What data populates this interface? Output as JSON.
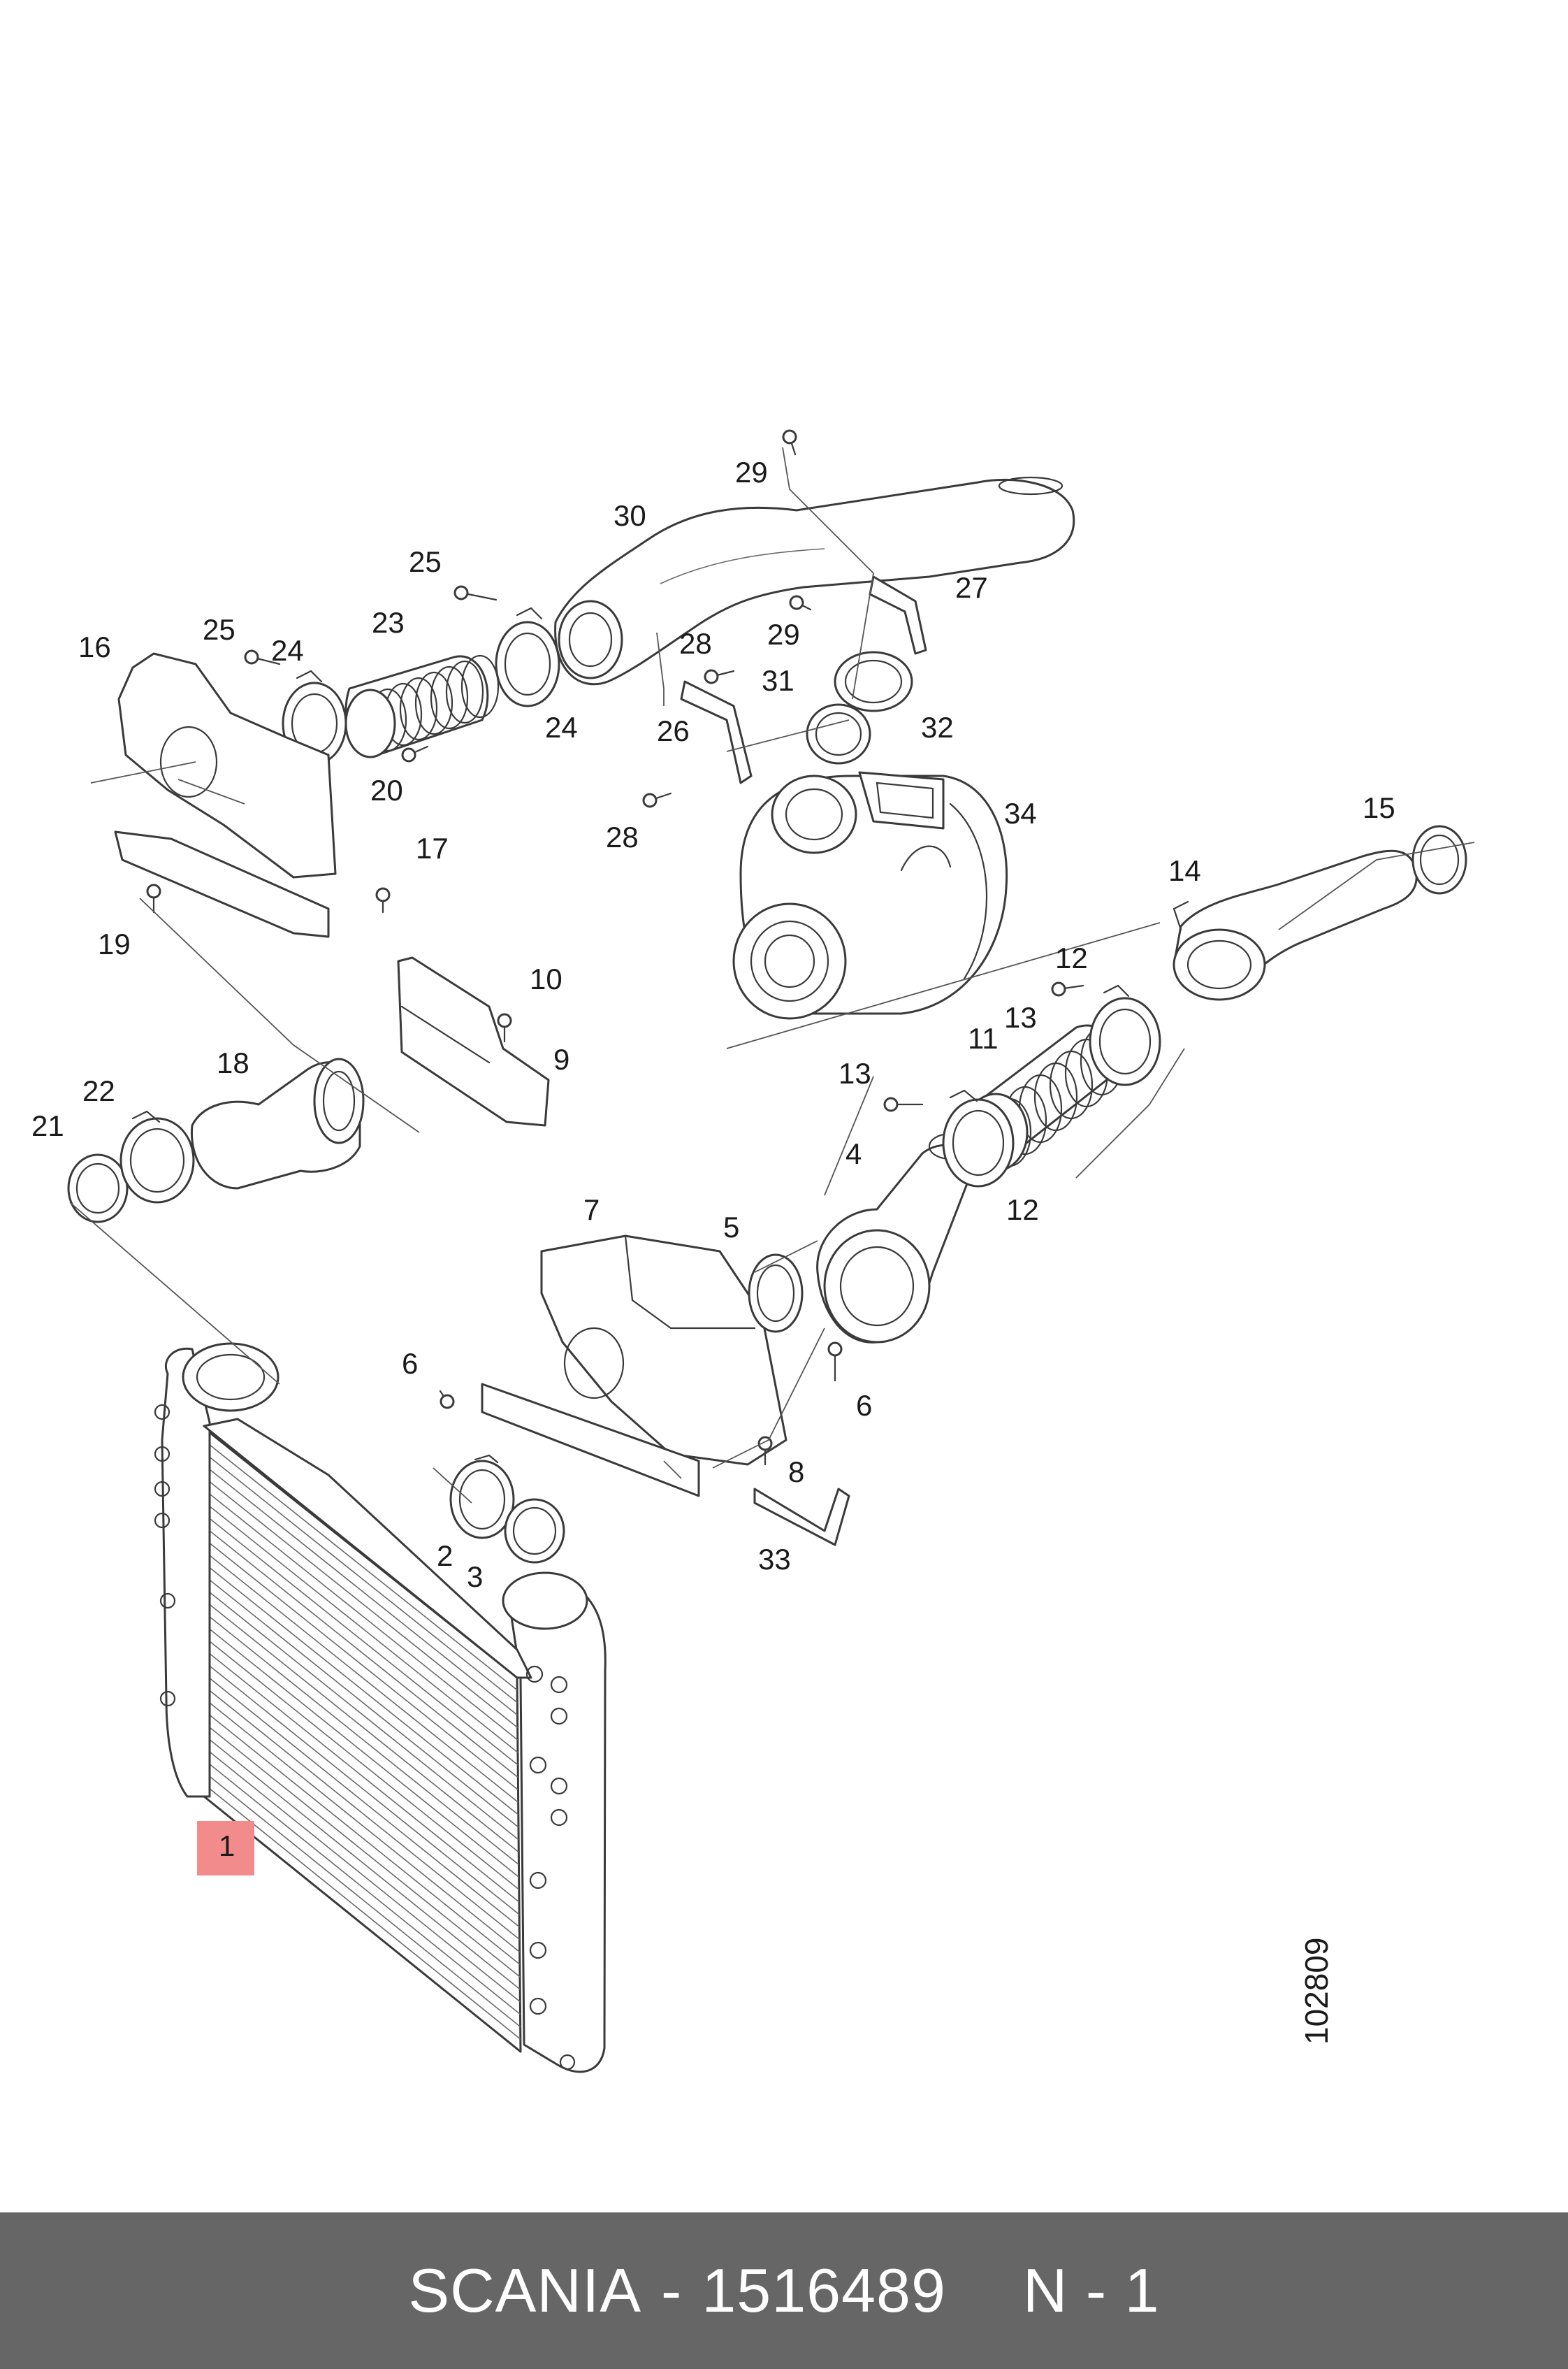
{
  "diagram": {
    "reference_number": "102809",
    "callouts": [
      "1",
      "2",
      "3",
      "4",
      "5",
      "6",
      "6",
      "7",
      "8",
      "9",
      "10",
      "11",
      "12",
      "12",
      "13",
      "13",
      "14",
      "15",
      "16",
      "17",
      "18",
      "19",
      "20",
      "21",
      "22",
      "23",
      "24",
      "24",
      "25",
      "25",
      "26",
      "27",
      "28",
      "28",
      "29",
      "29",
      "30",
      "31",
      "32",
      "33",
      "34"
    ],
    "highlighted_callout": "1",
    "colors": {
      "highlight": "#f28b8b",
      "linework": "#3a3a3a",
      "footer_background": "#666666"
    }
  },
  "footer": {
    "brand": "SCANIA",
    "separator": "-",
    "part_number": "1516489",
    "position": "N - 1"
  }
}
